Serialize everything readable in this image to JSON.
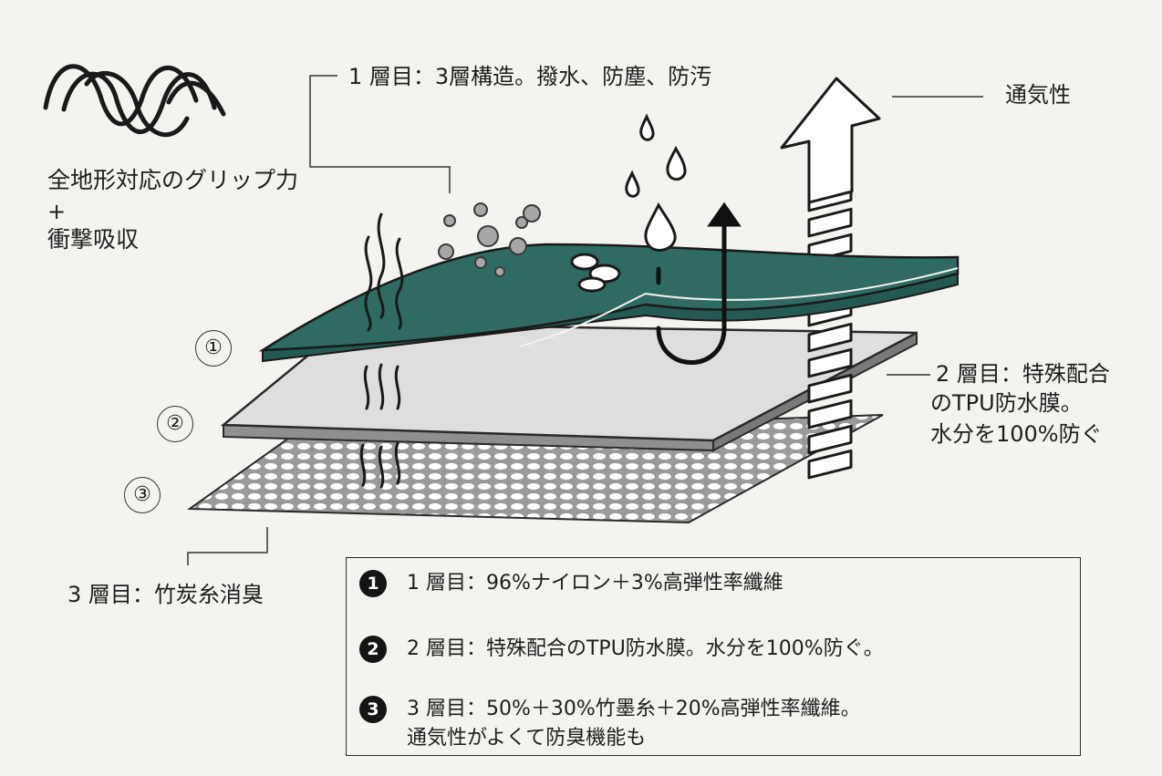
{
  "labels": {
    "layer1_callout": "1 層目：3層構造。撥水、防塵、防汚",
    "breathability": "通気性",
    "grip_line1": "全地形対応のグリップ力",
    "grip_line2": "+",
    "grip_line3": "衝撃吸収",
    "layer2_line1": "2 層目：特殊配合",
    "layer2_line2": "のTPU防水膜。",
    "layer2_line3": "水分を100%防ぐ",
    "layer3_callout": "3 層目：竹炭糸消臭"
  },
  "markers": [
    "①",
    "②",
    "③"
  ],
  "legend": [
    {
      "num": "1",
      "text": "1 層目：96%ナイロン＋3%高弾性率纖維"
    },
    {
      "num": "2",
      "text": "2 層目：特殊配合のTPU防水膜。水分を100%防ぐ。"
    },
    {
      "num": "3",
      "text": "3 層目：50%＋30%竹墨糸＋20%高弾性率纖維。",
      "text2": "通気性がよくて防臭機能も"
    }
  ],
  "colors": {
    "top_layer": "#2f6b63",
    "middle_layer": "#dedede",
    "bottom_layer": "#9a9a9a",
    "background": "#f5f3f0"
  },
  "icons": [
    "grip-wave-icon",
    "up-arrow-icon",
    "water-drop-icon",
    "dust-particle-icon",
    "steam-wave-icon"
  ]
}
